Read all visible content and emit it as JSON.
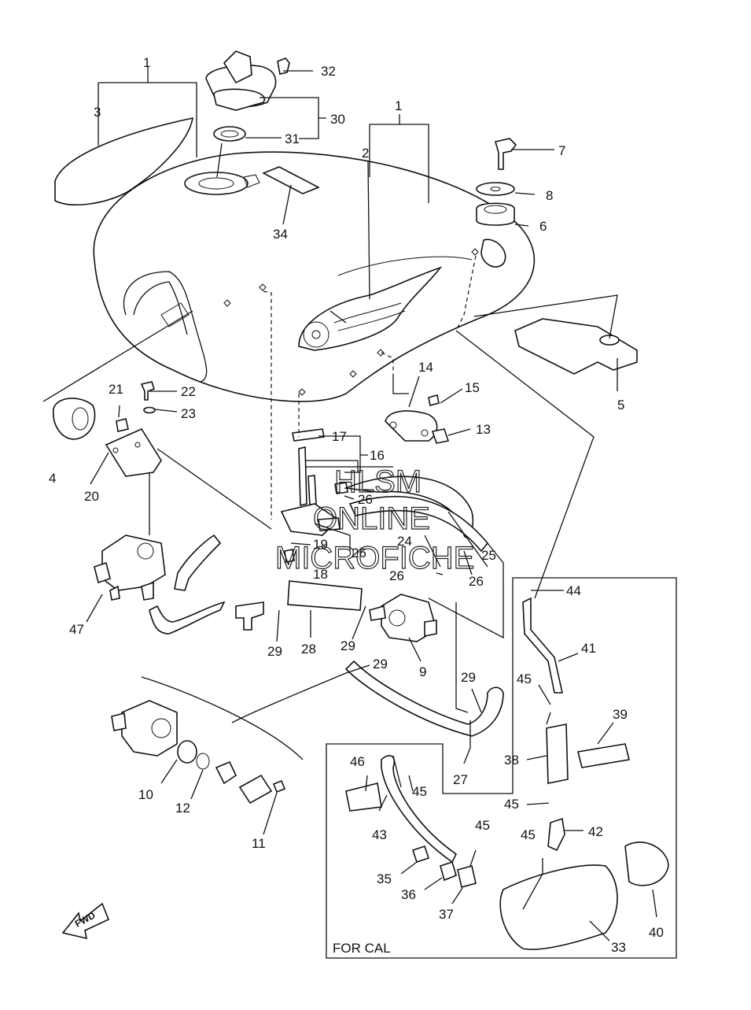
{
  "watermark": [
    "HLSM",
    "ONLINE",
    "MICROFICHE"
  ],
  "sub_box_label": "FOR CAL",
  "fwd_label": "FWD",
  "callouts": {
    "c1a": "1",
    "c1b": "1",
    "c2": "2",
    "c3": "3",
    "c4": "4",
    "c5": "5",
    "c6": "6",
    "c7": "7",
    "c8": "8",
    "c9": "9",
    "c10": "10",
    "c11": "11",
    "c12": "12",
    "c13": "13",
    "c14": "14",
    "c15": "15",
    "c16": "16",
    "c17": "17",
    "c18": "18",
    "c19": "19",
    "c20": "20",
    "c21": "21",
    "c22": "22",
    "c23": "23",
    "c24": "24",
    "c25": "25",
    "c26a": "26",
    "c26b": "26",
    "c26c": "26",
    "c26d": "26",
    "c27": "27",
    "c28": "28",
    "c29a": "29",
    "c29b": "29",
    "c29c": "29",
    "c29d": "29",
    "c30": "30",
    "c31": "31",
    "c32": "32",
    "c33": "33",
    "c34": "34",
    "c35": "35",
    "c36": "36",
    "c37": "37",
    "c38": "38",
    "c39": "39",
    "c40": "40",
    "c41": "41",
    "c42": "42",
    "c43": "43",
    "c44": "44",
    "c45a": "45",
    "c45b": "45",
    "c45c": "45",
    "c45d": "45",
    "c45e": "45",
    "c46": "46",
    "c47": "47"
  }
}
